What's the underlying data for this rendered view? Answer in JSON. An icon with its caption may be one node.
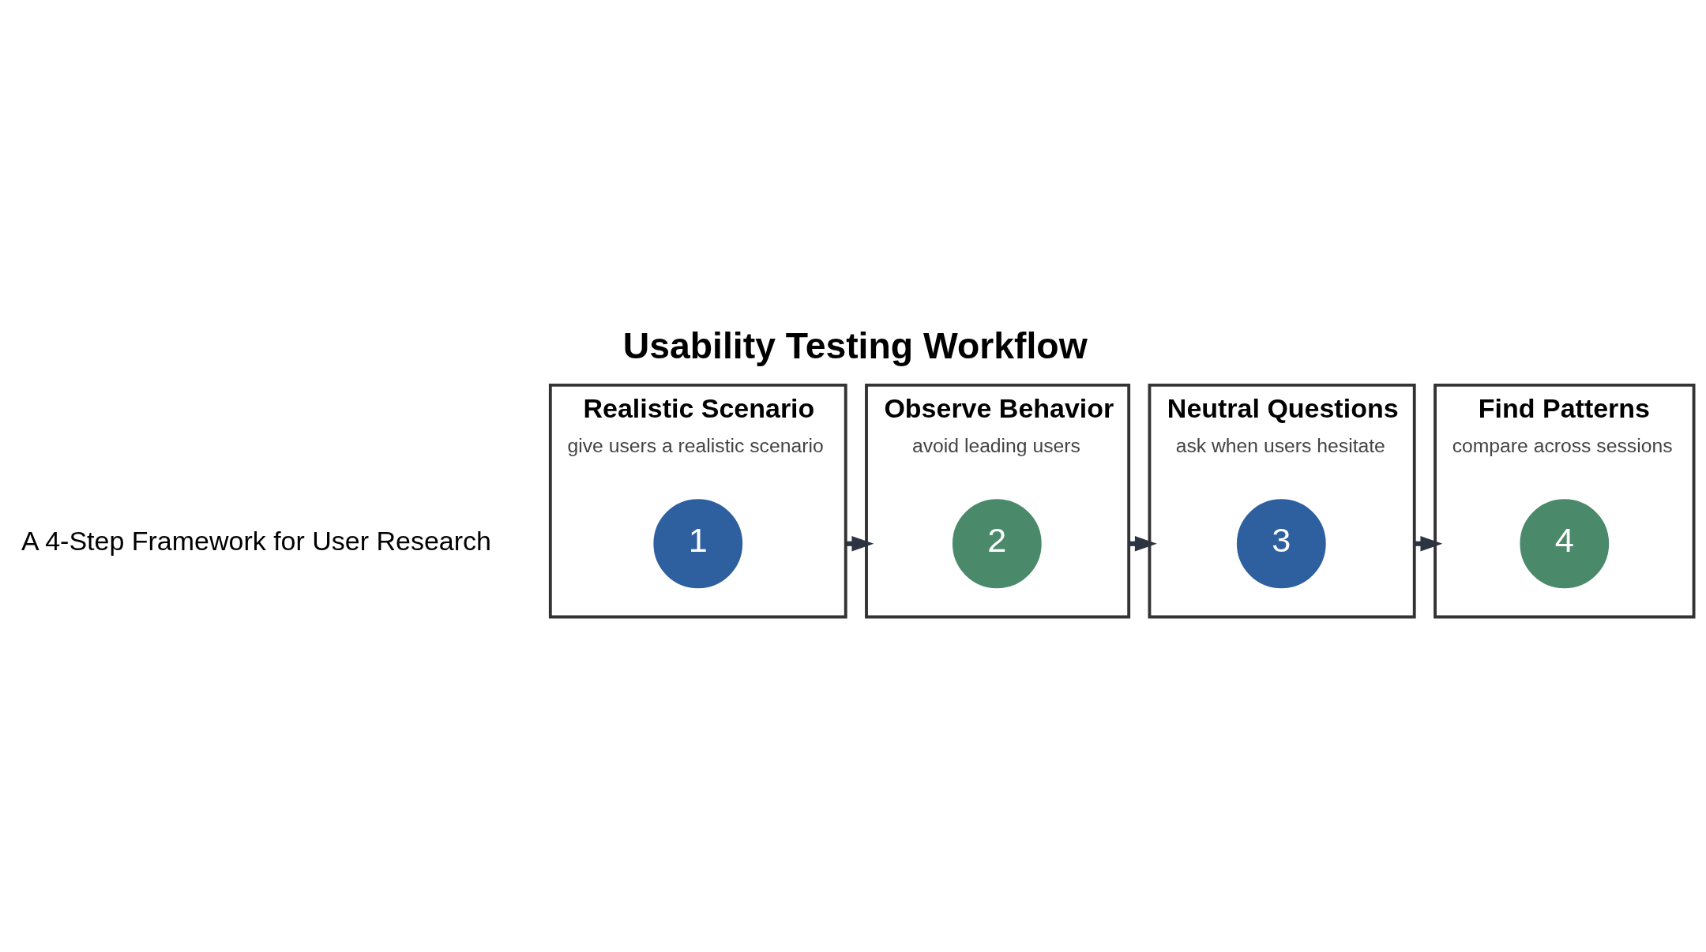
{
  "diagram": {
    "title": "Usability Testing Workflow",
    "nodes": [
      {
        "text": [
          "Realistic Scenario",
          "give users a realistic scenario"
        ]
      },
      {
        "text": [
          "1"
        ],
        "in": 0
      },
      {
        "text": [
          "Observe Behavior",
          "avoid leading users"
        ]
      },
      {
        "text": [
          "2"
        ],
        "in": 2
      },
      {
        "text": [
          "Neutral Questions",
          "ask when users hesitate"
        ]
      },
      {
        "text": [
          "3"
        ],
        "in": 4
      },
      {
        "text": [
          "Find Patterns",
          "compare across sessions"
        ]
      },
      {
        "text": [
          "4"
        ],
        "in": 6
      }
    ],
    "edges": [
      {
        "from": 0,
        "to": 2,
        "arrow": "to"
      },
      {
        "from": 2,
        "to": 4,
        "arrow": "to"
      },
      {
        "from": 4,
        "to": 6,
        "arrow": "to"
      }
    ],
    "labels": [
      "A 4-Step Framework for User Research"
    ]
  }
}
